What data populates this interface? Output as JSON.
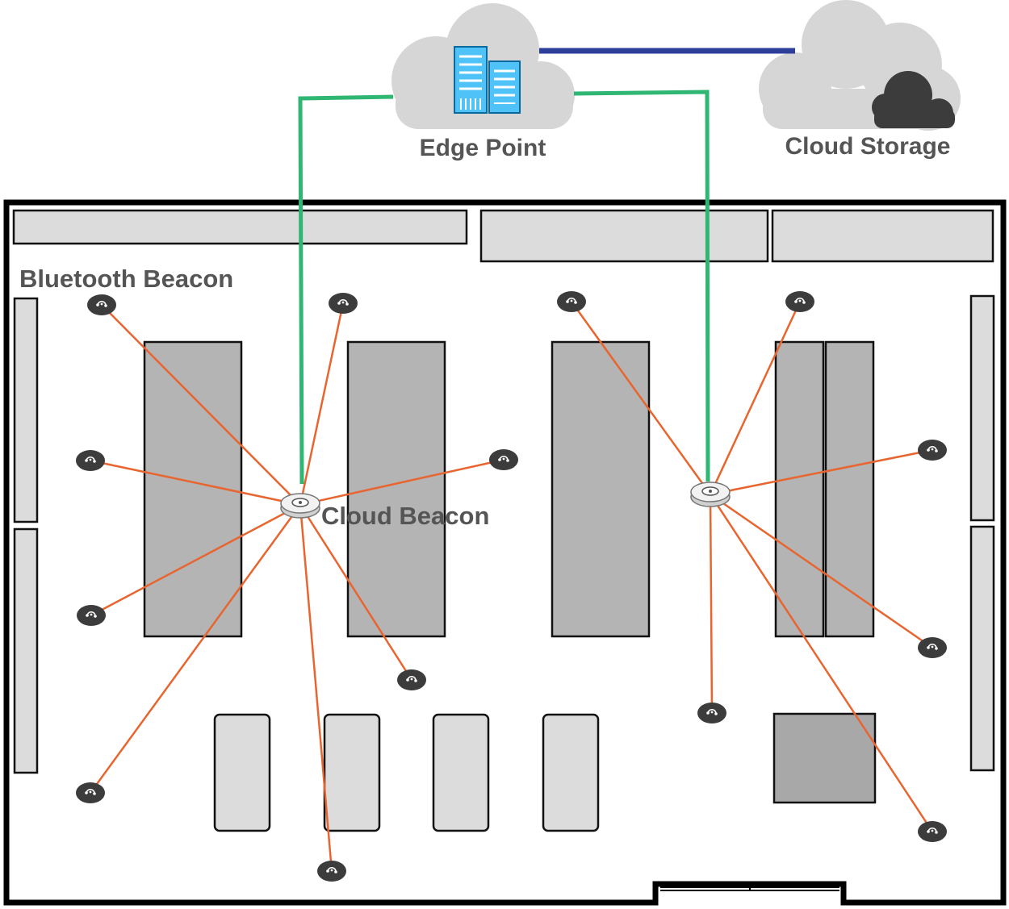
{
  "labels": {
    "edge_point": "Edge Point",
    "cloud_storage": "Cloud Storage",
    "bluetooth_beacon": "Bluetooth Beacon",
    "cloud_beacon": "Cloud Beacon"
  },
  "colors": {
    "network_link": "#2fb673",
    "cloud_link": "#2e3f9a",
    "beacon_link": "#e8652f",
    "cloud_fill": "#d6d6d6",
    "shelf_dark": "#b4b4b4",
    "shelf_light": "#dcdcdc",
    "beacon": "#3c3c3c",
    "label_text": "#555555"
  },
  "icons": {
    "edge_point": "server-cloud-icon",
    "cloud_storage": "cloud-storage-icon",
    "bluetooth_beacon": "bluetooth-beacon-icon",
    "cloud_beacon": "cloud-beacon-router-icon"
  }
}
